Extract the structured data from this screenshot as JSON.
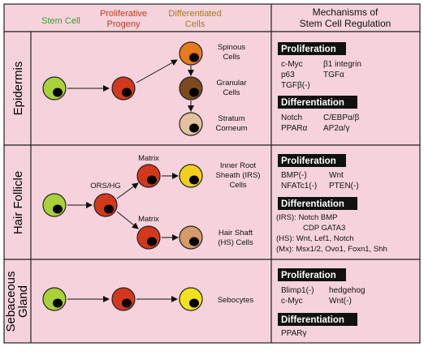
{
  "colors": {
    "background": "#f6d3dc",
    "border": "#222222",
    "stem_cell_header": "#3aa02e",
    "progeny_header": "#c0391d",
    "differentiated_header": "#a57a1e",
    "stem_cell": "#a8d13b",
    "progeny": "#d4381c",
    "spinous": "#e8791f",
    "granular": "#7b4a1f",
    "corneum": "#e3c29d",
    "irs": "#f2cf1b",
    "hair_shaft": "#d69a66",
    "sebocyte": "#f2e21e",
    "nucleus": "#000000",
    "mech_box": "#111111"
  },
  "headers": {
    "stem_cell": "Stem Cell",
    "progeny": [
      "Proliferative",
      "Progeny"
    ],
    "differentiated": [
      "Differentiated",
      "Cells"
    ],
    "mechanisms": [
      "Mechanisms of",
      "Stem Cell Regulation"
    ]
  },
  "rows": {
    "epidermis": {
      "label": "Epidermis",
      "cells": {
        "spinous": [
          "Spinous",
          "Cells"
        ],
        "granular": [
          "Granular",
          "Cells"
        ],
        "corneum": [
          "Stratum",
          "Corneum"
        ]
      },
      "proliferation": {
        "title": "Proliferation",
        "lines": [
          [
            "c-Myc",
            "β1 integrin"
          ],
          [
            "p63",
            "TGFα"
          ],
          [
            "TGFβ(-)",
            ""
          ]
        ]
      },
      "differentiation": {
        "title": "Differentiation",
        "lines": [
          [
            "Notch",
            "C/EBPα/β"
          ],
          [
            "PPARα",
            "AP2α/γ"
          ]
        ]
      }
    },
    "hair_follicle": {
      "label": "Hair Follicle",
      "ors_label": "ORS/HG",
      "matrix_top": "Matrix",
      "matrix_bottom": "Matrix",
      "irs_cells": [
        "Inner Root",
        "Sheath (IRS)",
        "Cells"
      ],
      "hs_cells": [
        "Hair Shaft",
        "(HS) Cells"
      ],
      "proliferation": {
        "title": "Proliferation",
        "lines": [
          [
            "BMP(-)",
            "Wnt"
          ],
          [
            "NFATc1(-)",
            "PTEN(-)"
          ]
        ]
      },
      "differentiation": {
        "title": "Differentiation",
        "lines": [
          "(IRS):  Notch BMP",
          "CDP  GATA3",
          "(HS):  Wnt, Lef1, Notch",
          "(Mx):  Msx1/2, Ovo1, Foxn1, Shh"
        ]
      }
    },
    "sebaceous": {
      "label": [
        "Sebaceous",
        "Gland"
      ],
      "cells": "Sebocytes",
      "proliferation": {
        "title": "Proliferation",
        "lines": [
          [
            "Blimp1(-)",
            "hedgehog"
          ],
          [
            "c-Myc",
            "Wnt(-)"
          ]
        ]
      },
      "differentiation": {
        "title": "Differentiation",
        "lines": [
          "PPARγ"
        ]
      }
    }
  }
}
